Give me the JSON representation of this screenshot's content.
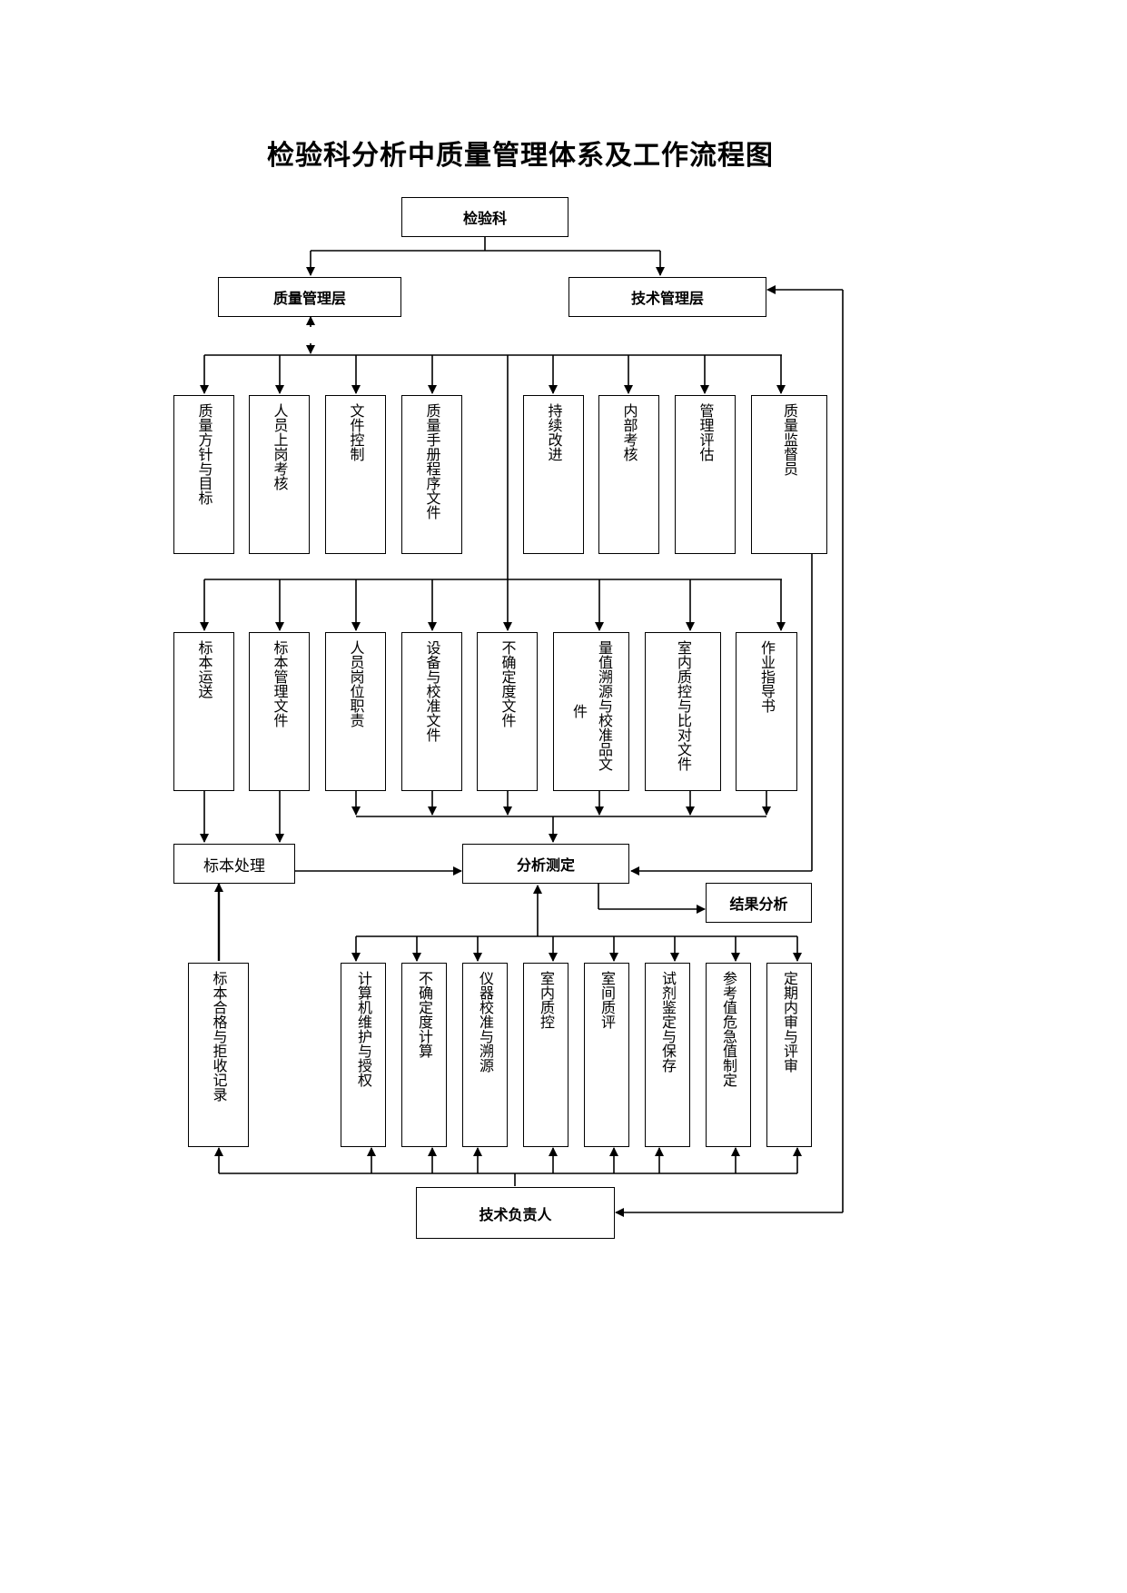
{
  "title": "检验科分析中质量管理体系及工作流程图",
  "nodes": {
    "lab": "检验科",
    "quality_mgmt": "质量管理层",
    "tech_mgmt": "技术管理层",
    "policy": "质量方针与目标",
    "staff_assessment": "人员上岗考核",
    "doc_control": "文件控制",
    "manual": "质量手册程序文件",
    "improvement": "持续改进",
    "internal_audit": "内部考核",
    "mgmt_review": "管理评估",
    "supervisor": "质量监督员",
    "specimen_transport": "标本运送",
    "specimen_docs": "标本管理文件",
    "staff_duties": "人员岗位职责",
    "equipment_docs": "设备与校准文件",
    "uncertainty_docs": "不确定度文件",
    "traceability_docs_main": "量值溯源与校准品文",
    "traceability_docs_tail": "件",
    "iqc_docs": "室内质控与比对文件",
    "sop": "作业指导书",
    "specimen_processing": "标本处理",
    "analysis": "分析测定",
    "result_analysis": "结果分析",
    "specimen_records": "标本合格与拒收记录",
    "computer": "计算机维护与授权",
    "uncertainty_calc": "不确定度计算",
    "instrument_cal": "仪器校准与溯源",
    "iqc": "室内质控",
    "eqa": "室间质评",
    "reagent": "试剂鉴定与保存",
    "reference": "参考值危急值制定",
    "periodic_audit": "定期内审与评审",
    "tech_director": "技术负责人"
  }
}
